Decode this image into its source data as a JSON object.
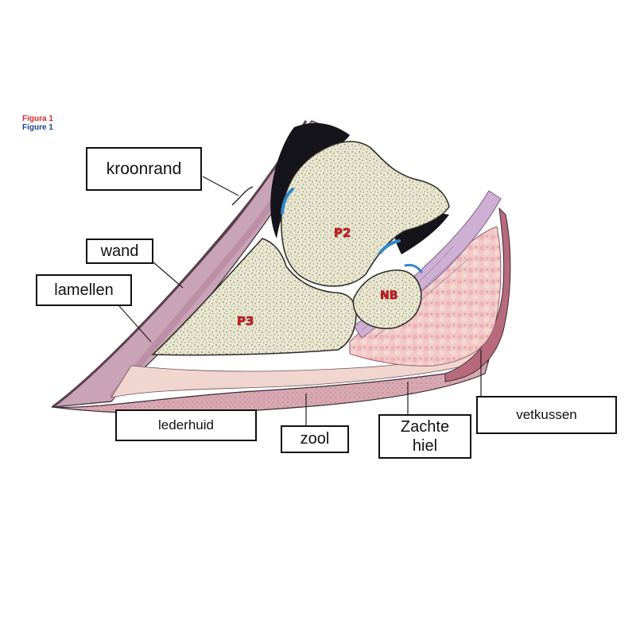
{
  "caption": {
    "line1": "Figura 1",
    "line2": "Figure 1"
  },
  "bones": {
    "p2": "P2",
    "p3": "P3",
    "nb": "NB"
  },
  "labels": {
    "kroonrand": "kroonrand",
    "wand": "wand",
    "lamellen": "lamellen",
    "lederhuid": "lederhuid",
    "zool": "zool",
    "zachte_hiel": "Zachte hiel",
    "vetkussen": "vetkussen"
  },
  "colors": {
    "bone_fill": "#e9e6cf",
    "bone_speckle": "#8a8a7a",
    "wall": "#d9b7c7",
    "dark_horn": "#4a3a45",
    "fat_pad": "#f2c2c4",
    "tendon": "#cdb0d3",
    "joint_dark": "#0f0f14",
    "cartilage_blue": "#2f87c9"
  }
}
